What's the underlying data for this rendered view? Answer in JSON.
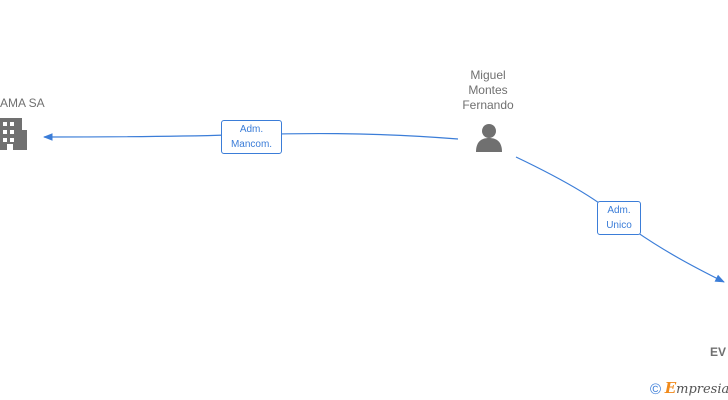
{
  "nodes": {
    "company_left": {
      "label": "AMA SA",
      "icon": "building-icon"
    },
    "person": {
      "label_lines": [
        "Miguel",
        "Montes",
        "Fernando"
      ],
      "icon": "person-icon"
    },
    "company_right": {
      "label": "EV"
    }
  },
  "relations": {
    "left": {
      "line1": "Adm.",
      "line2": "Mancom."
    },
    "right": {
      "line1": "Adm.",
      "line2": "Unico"
    }
  },
  "footer": {
    "copyright_symbol": "©",
    "brand_initial": "E",
    "brand_rest": "mpresia"
  },
  "colors": {
    "edge": "#3b7dd8",
    "node_icon": "#707070",
    "label_text": "#707070",
    "brand_accent": "#f08a1c"
  }
}
